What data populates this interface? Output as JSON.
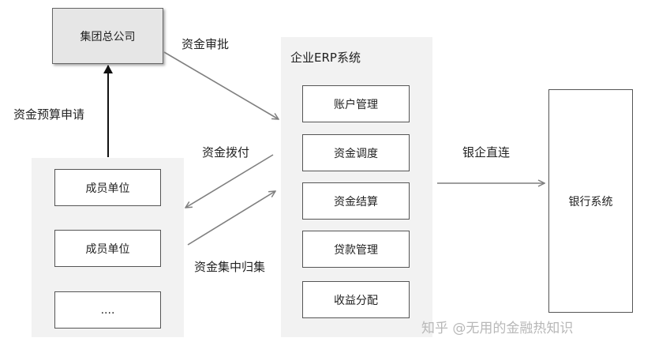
{
  "nodes": {
    "hq": "集团总公司",
    "erp_title": "企业ERP系统",
    "erp_modules": [
      "账户管理",
      "资金调度",
      "资金结算",
      "贷款管理",
      "收益分配"
    ],
    "members": [
      "成员单位",
      "成员单位",
      "...."
    ],
    "bank": "银行系统"
  },
  "edges": {
    "fund_approval": "资金审批",
    "budget_request": "资金预算申请",
    "fund_allocation": "资金拨付",
    "fund_centralization": "资金集中归集",
    "bank_direct": "银企直连"
  },
  "watermark": "知乎 @无用的金融热知识",
  "colors": {
    "panel": "#f2f2f2",
    "hq_fill": "#e6e6e6",
    "line": "#7f7f7f",
    "arrow_dark": "#111111"
  }
}
